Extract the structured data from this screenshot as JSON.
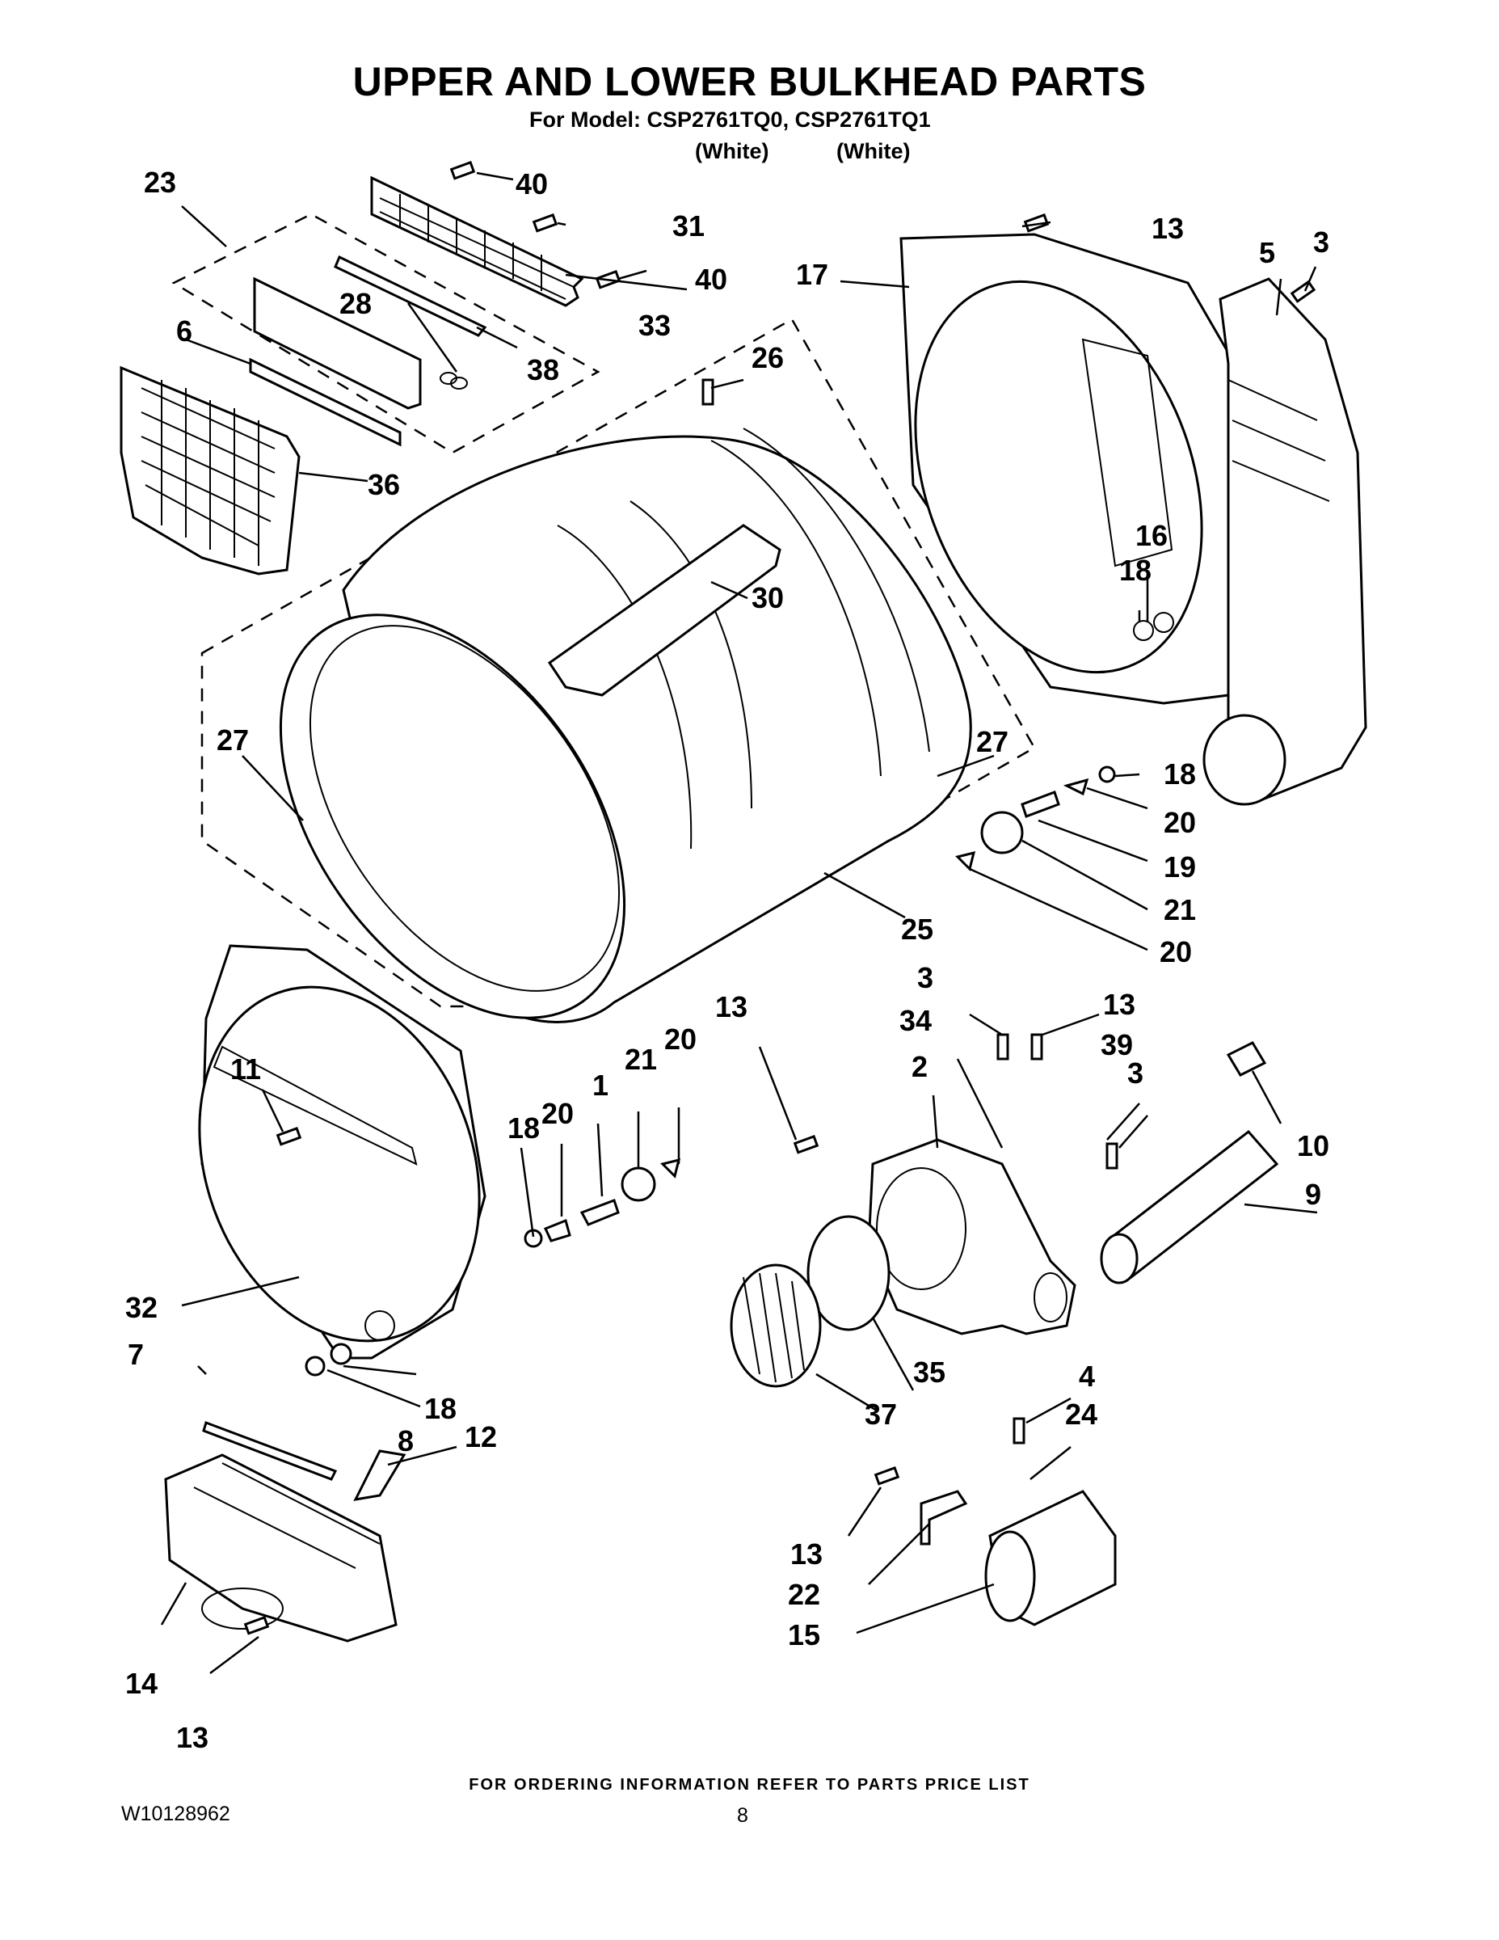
{
  "header": {
    "title": "UPPER AND LOWER BULKHEAD PARTS",
    "model_line": "For Model: CSP2761TQ0, CSP2761TQ1",
    "variants": [
      "(White)",
      "(White)"
    ]
  },
  "footer": {
    "ordering_note": "FOR ORDERING INFORMATION REFER TO PARTS PRICE LIST",
    "document_id": "W10128962",
    "page_number": "8"
  },
  "callouts": [
    "23",
    "40",
    "31",
    "40",
    "33",
    "28",
    "38",
    "6",
    "36",
    "26",
    "30",
    "27",
    "27",
    "25",
    "17",
    "13",
    "5",
    "3",
    "16",
    "18",
    "18",
    "20",
    "19",
    "21",
    "20",
    "11",
    "32",
    "7",
    "18",
    "8",
    "12",
    "14",
    "13",
    "18",
    "20",
    "1",
    "21",
    "20",
    "13",
    "3",
    "13",
    "34",
    "39",
    "2",
    "3",
    "10",
    "9",
    "35",
    "37",
    "4",
    "24",
    "13",
    "22",
    "15"
  ]
}
